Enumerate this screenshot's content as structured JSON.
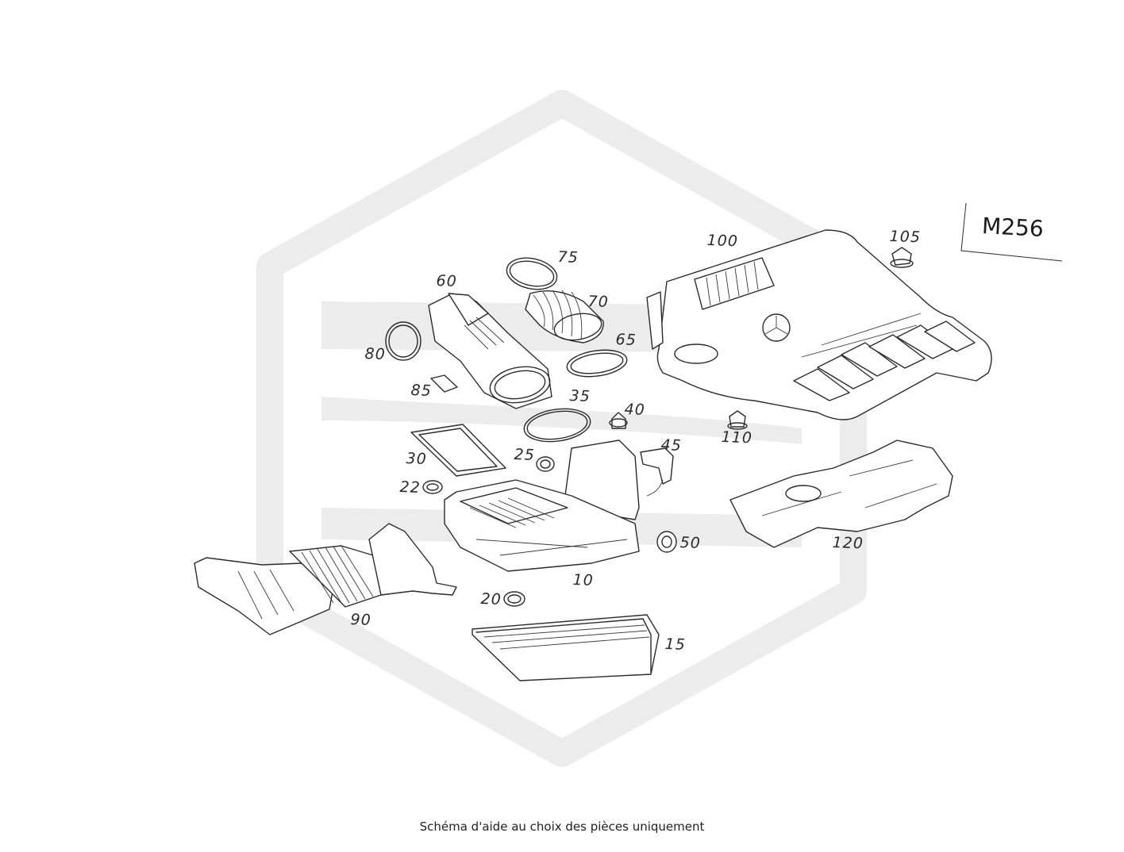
{
  "diagram": {
    "engine_code": "M256",
    "caption": "Schéma d'aide au choix des pièces uniquement",
    "watermark_color": "#ececec",
    "line_color": "#2b2b2b",
    "callouts": [
      "10",
      "15",
      "20",
      "22",
      "25",
      "30",
      "35",
      "40",
      "45",
      "50",
      "60",
      "65",
      "70",
      "75",
      "80",
      "85",
      "90",
      "100",
      "105",
      "110",
      "120"
    ]
  }
}
